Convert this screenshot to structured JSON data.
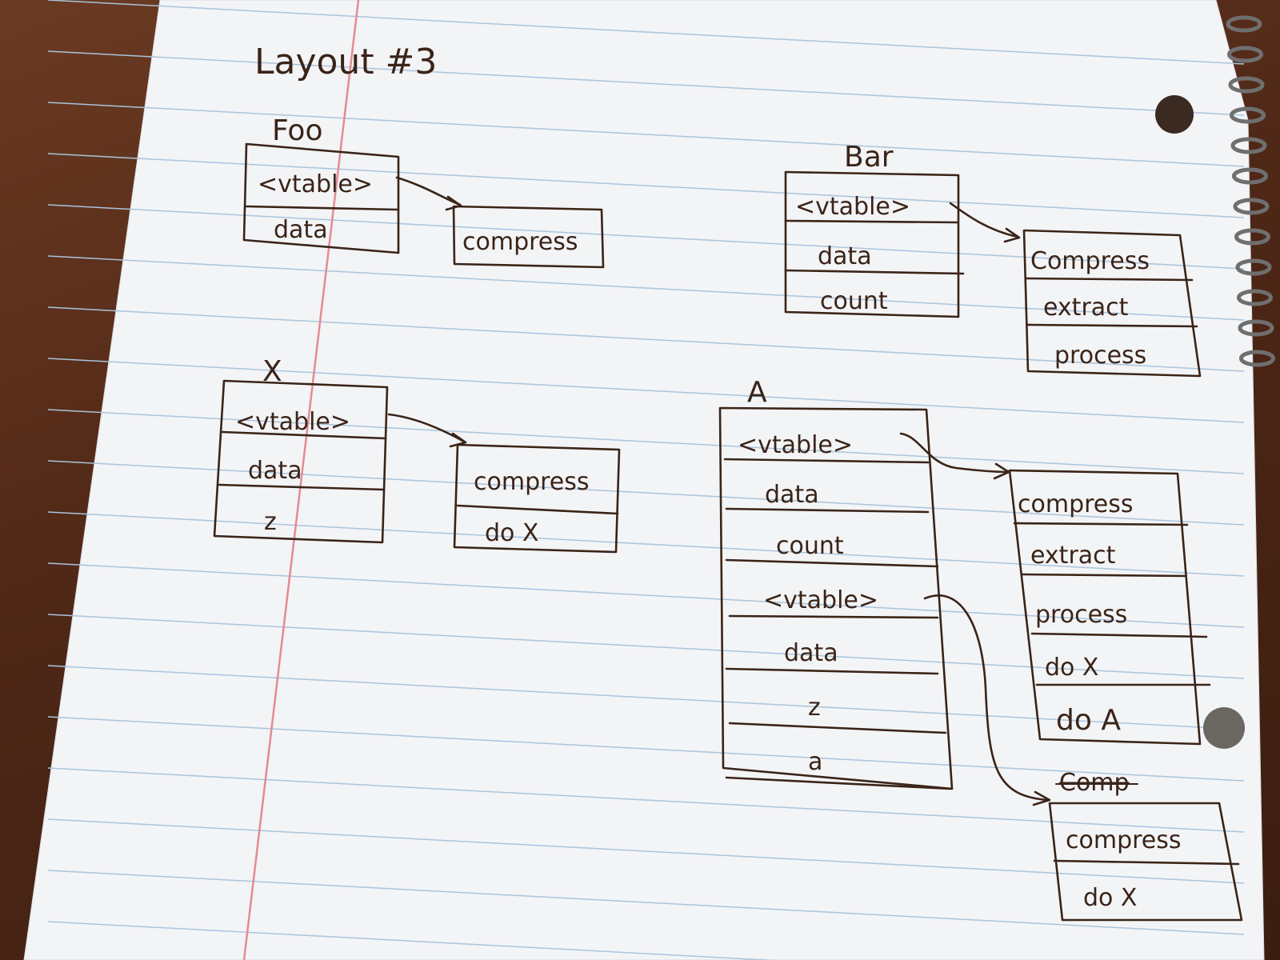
{
  "title": "Layout #3",
  "structs": [
    {
      "id": "foo",
      "name": "Foo",
      "fields": [
        "<vtable>",
        "data"
      ]
    },
    {
      "id": "bar",
      "name": "Bar",
      "fields": [
        "<vtable>",
        "data",
        "count"
      ]
    },
    {
      "id": "x",
      "name": "X",
      "fields": [
        "<vtable>",
        "data",
        "z"
      ]
    },
    {
      "id": "a",
      "name": "A",
      "fields": [
        "<vtable>",
        "data",
        "count",
        "<vtable>",
        "data",
        "z",
        "a"
      ]
    }
  ],
  "vtables": [
    {
      "id": "foo-vt",
      "entries": [
        "compress"
      ]
    },
    {
      "id": "bar-vt",
      "entries": [
        "Compress",
        "extract",
        "process"
      ]
    },
    {
      "id": "x-vt",
      "entries": [
        "compress",
        "do X"
      ]
    },
    {
      "id": "a-vt1",
      "entries": [
        "compress",
        "extract",
        "process",
        "do X",
        "do A"
      ]
    },
    {
      "id": "a-vt2",
      "crossed_label": "Comp",
      "entries": [
        "compress",
        "do X"
      ]
    }
  ],
  "colors": {
    "paper": "#f4f5f7",
    "rule_line": "#a9c4dc",
    "margin_line": "#e58a94",
    "ink": "#3a2418",
    "desk": "#5a2e1a"
  }
}
